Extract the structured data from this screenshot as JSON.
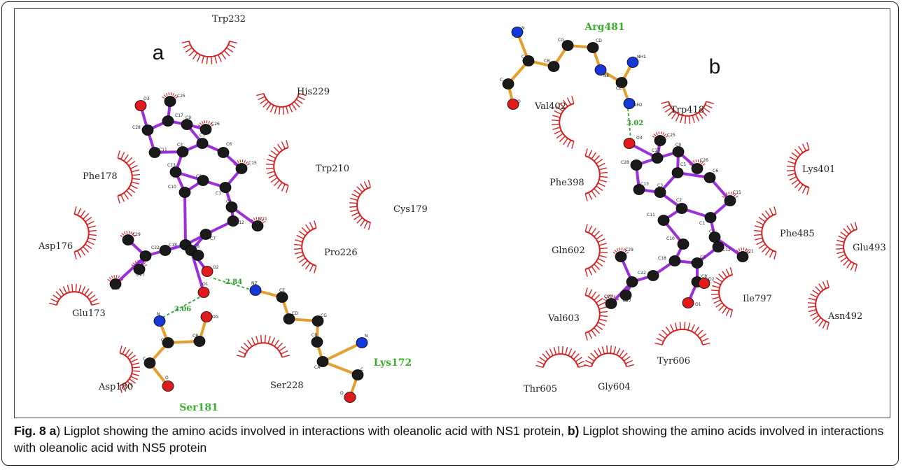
{
  "panels": {
    "a": {
      "letter": "a",
      "hydrophobic_residues": [
        "Trp232",
        "His229",
        "Phe178",
        "Trp210",
        "Cys179",
        "Asp176",
        "Pro226",
        "Glu173",
        "Ser228",
        "Asp180"
      ],
      "hbond_residues": [
        "Lys172",
        "Ser181"
      ],
      "hbond_distances": [
        "2.84",
        "3.06"
      ]
    },
    "b": {
      "letter": "b",
      "hydrophobic_residues": [
        "Val402",
        "Trp418",
        "Lys401",
        "Phe398",
        "Phe485",
        "Glu493",
        "Gln602",
        "Ile797",
        "Val603",
        "Asn492",
        "Tyr606",
        "Thr605",
        "Gly604"
      ],
      "hbond_residues": [
        "Arg481"
      ],
      "hbond_distances": [
        "3.02"
      ]
    }
  },
  "atom_labels": {
    "ligand": [
      "O3",
      "C25",
      "C17",
      "C9",
      "C26",
      "C28",
      "C11",
      "C3",
      "C5",
      "C6",
      "C13",
      "C2",
      "C15",
      "C10",
      "C1",
      "C4",
      "C21",
      "C12",
      "C29",
      "C18",
      "C7",
      "C22",
      "C8",
      "C27",
      "C20",
      "O2",
      "O1"
    ],
    "ser": [
      "N",
      "OG",
      "CA",
      "CB",
      "C",
      "O"
    ],
    "lys": [
      "NZ",
      "CE",
      "CD",
      "CG",
      "CB",
      "CA",
      "N",
      "C",
      "O"
    ],
    "arg": [
      "N",
      "CA",
      "CB",
      "CG",
      "CD",
      "NE",
      "NH1",
      "CZ",
      "NH2",
      "C",
      "O"
    ]
  },
  "caption": {
    "fig_label": "Fig. 8",
    "a_label": "a",
    "a_text": ") Ligplot showing the amino acids involved in interactions with oleanolic acid with NS1 protein, ",
    "b_label": "b)",
    "b_text": " Ligplot showing the amino acids involved in interactions with oleanolic acid with NS5 protein"
  },
  "colors": {
    "ligand_bond": "#9b30d9",
    "residue_bond": "#e3a02e",
    "carbon": "#1a1a1a",
    "oxygen": "#e01b1b",
    "nitrogen": "#1538d6",
    "hydrophobic_arc": "#d42020",
    "hbond": "#2eaa2e",
    "hbond_label": "#3bb02e"
  }
}
